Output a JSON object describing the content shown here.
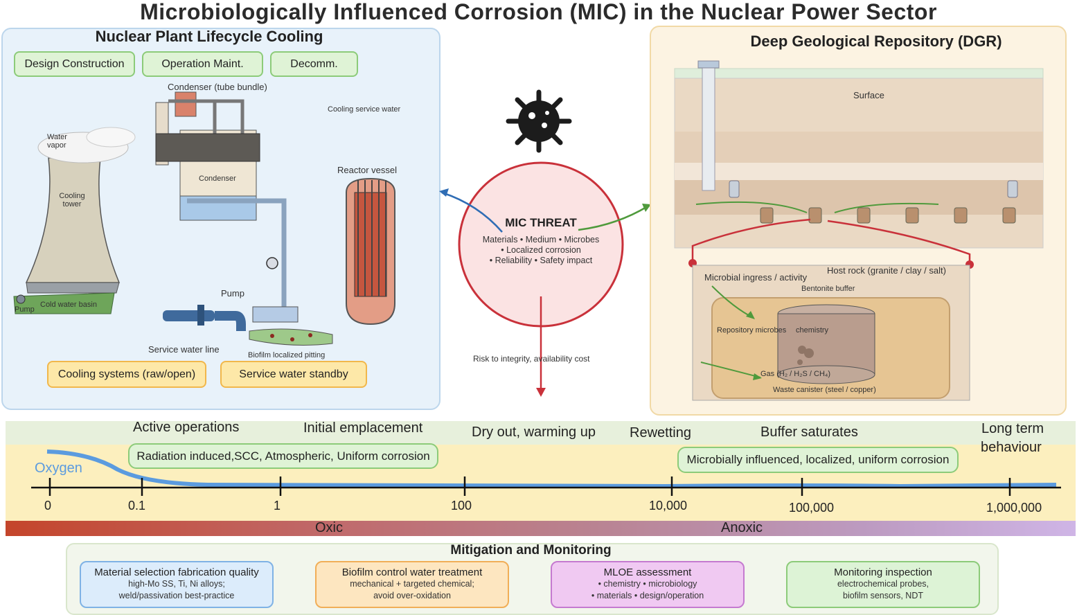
{
  "title": "Microbiologically Influenced Corrosion (MIC) in the Nuclear Power Sector",
  "left_panel": {
    "title": "Nuclear Plant Lifecycle Cooling",
    "phases": [
      "Design Construction",
      "Operation Maint.",
      "Decomm."
    ],
    "labels": {
      "condenser_bundle": "Condenser (tube bundle)",
      "cooling_service_water": "Cooling service water",
      "water_vapor": "Water vapor",
      "cooling_tower": "Cooling tower",
      "condenser": "Condenser",
      "reactor_vessel": "Reactor vessel",
      "pump_top": "Pump",
      "pump_bottom": "Pump",
      "cold_water_basin": "Cold water basin",
      "service_water_line": "Service water line",
      "biofilm": "Biofilm localized pitting"
    },
    "systems": [
      "Cooling systems (raw/open)",
      "Service water standby"
    ]
  },
  "center": {
    "threat_title": "MIC THREAT",
    "threat_lines": [
      "Materials • Medium • Microbes",
      "• Localized corrosion",
      "• Reliability • Safety impact"
    ],
    "risk_label": "Risk to integrity, availability cost"
  },
  "right_panel": {
    "title": "Deep Geological Repository (DGR)",
    "labels": {
      "surface": "Surface",
      "host_rock": "Host rock (granite / clay / salt)",
      "microbial_ingress": "Microbial ingress / activity",
      "bentonite": "Bentonite buffer",
      "repository_microbes": "Repository microbes",
      "chemistry": "chemistry",
      "gas": "Gas (H₂ / H₂S / CH₄)",
      "canister": "Waste canister (steel / copper)"
    }
  },
  "timeline": {
    "phases": [
      "Active operations",
      "Initial emplacement",
      "Dry out, warming up",
      "Rewetting",
      "Buffer saturates",
      "Long term",
      "behaviour"
    ],
    "corrosion_left": "Radiation induced,SCC, Atmospheric, Uniform corrosion",
    "corrosion_right": "Microbially influenced, localized, uniform corrosion",
    "oxygen_label": "Oxygen",
    "ticks": [
      "0",
      "0.1",
      "1",
      "100",
      "10,000",
      "100,000",
      "1,000,000"
    ],
    "oxic": "Oxic",
    "anoxic": "Anoxic"
  },
  "mitigation": {
    "title": "Mitigation and Monitoring",
    "boxes": [
      {
        "title": "Material selection fabrication quality",
        "line1": "high-Mo SS, Ti, Ni alloys;",
        "line2": "weld/passivation best-practice",
        "bg": "#dcecfb",
        "border": "#7fb2e5"
      },
      {
        "title": "Biofilm control water treatment",
        "line1": "mechanical + targeted chemical;",
        "line2": "avoid over-oxidation",
        "bg": "#fde6c0",
        "border": "#f1ae57"
      },
      {
        "title": "MLOE assessment",
        "line1": "• chemistry • microbiology",
        "line2": "• materials • design/operation",
        "bg": "#f0c9f2",
        "border": "#c57ad0"
      },
      {
        "title": "Monitoring inspection",
        "line1": "electrochemical probes,",
        "line2": "biofilm sensors, NDT",
        "bg": "#ddf3d6",
        "border": "#8ccb79"
      }
    ]
  },
  "colors": {
    "accent_red": "#c9313a",
    "accent_blue": "#2f6db5",
    "accent_green": "#4f9a3c",
    "oxygen_line": "#5b9bdf"
  }
}
